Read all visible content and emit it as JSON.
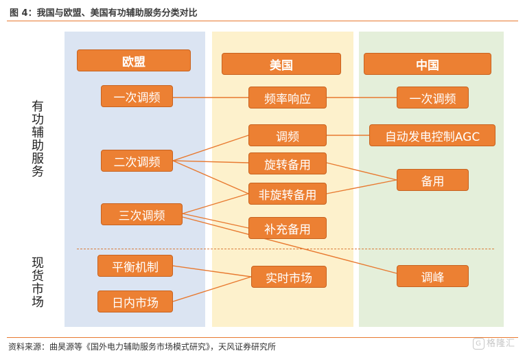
{
  "title": "图 4：我国与欧盟、美国有功辅助服务分类对比",
  "source": "资料来源：曲昊源等《国外电力辅助服务市场模式研究》，天风证券研究所",
  "watermark": "格隆汇",
  "watermark_mark": "G",
  "side_labels": {
    "active": "有功辅助服务",
    "spot": "现货市场"
  },
  "columns": {
    "eu": "欧盟",
    "us": "美国",
    "cn": "中国"
  },
  "eu": {
    "primary": "一次调频",
    "secondary": "二次调频",
    "tertiary": "三次调频",
    "balancing": "平衡机制",
    "intraday": "日内市场"
  },
  "us": {
    "freq_response": "频率响应",
    "regulation": "调频",
    "spinning": "旋转备用",
    "non_spinning": "非旋转备用",
    "supplemental": "补充备用",
    "realtime": "实时市场"
  },
  "cn": {
    "primary": "一次调频",
    "agc": "自动发电控制AGC",
    "reserve": "备用",
    "peak": "调峰"
  },
  "colors": {
    "node_fill": "#ec8033",
    "line": "#e8792f",
    "eu_panel": "#dbe4f2",
    "us_panel": "#fdf1cc",
    "cn_panel": "#e4efda"
  }
}
